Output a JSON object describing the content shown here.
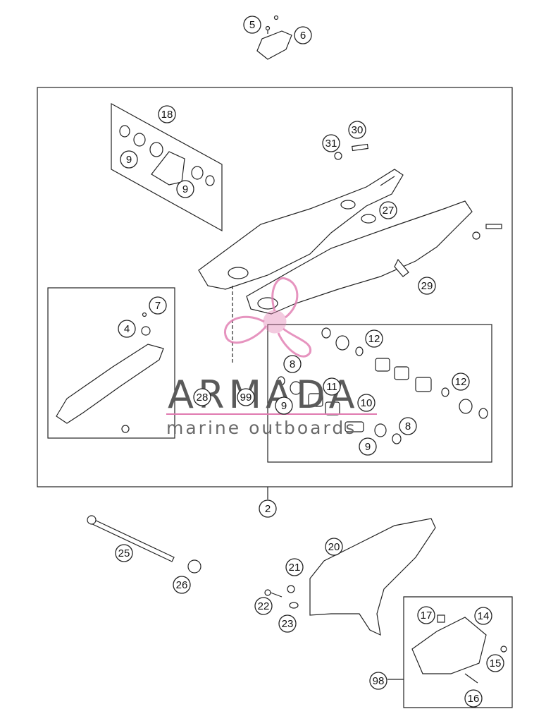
{
  "callouts": {
    "c5": "5",
    "c6": "6",
    "c18": "18",
    "c9a": "9",
    "c9b": "9",
    "c31": "31",
    "c30": "30",
    "c27": "27",
    "c29": "29",
    "c7": "7",
    "c4": "4",
    "c28": "28",
    "c99": "99",
    "c8a": "8",
    "c9c": "9",
    "c11": "11",
    "c10": "10",
    "c12a": "12",
    "c12b": "12",
    "c8b": "8",
    "c9d": "9",
    "c2": "2",
    "c25": "25",
    "c26": "26",
    "c20": "20",
    "c21": "21",
    "c22": "22",
    "c23": "23",
    "c17": "17",
    "c14": "14",
    "c15": "15",
    "c98": "98",
    "c16": "16"
  },
  "watermark": {
    "title": "ARMADA",
    "subtitle": "marine outboards",
    "logo_color": "#e07ab0"
  },
  "colors": {
    "line": "#222222",
    "fill": "#ffffff"
  }
}
